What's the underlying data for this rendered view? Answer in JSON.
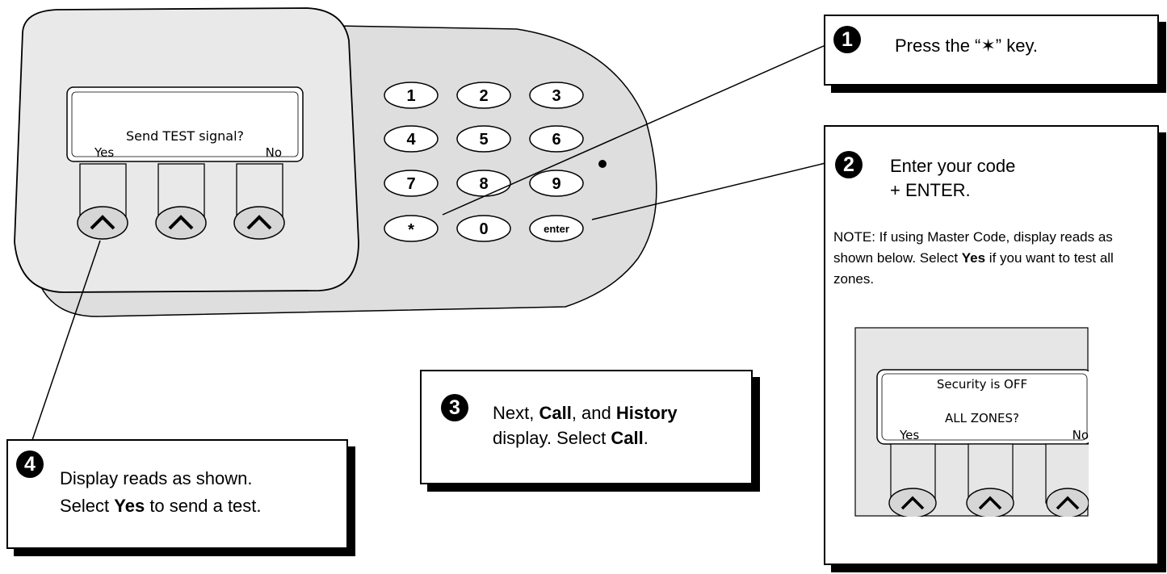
{
  "keypad": {
    "display_line1": "Send TEST signal?",
    "soft_left": "Yes",
    "soft_right": "No",
    "keys": [
      "1",
      "2",
      "3",
      "4",
      "5",
      "6",
      "7",
      "8",
      "9",
      "*",
      "0",
      "enter"
    ]
  },
  "step1": {
    "number": "1",
    "text": "Press the “✶” key."
  },
  "step2": {
    "number": "2",
    "line1": "Enter your code",
    "line2": "+ ENTER.",
    "note_pre": "NOTE: If using Master Code, display reads as shown below. Select ",
    "note_bold": "Yes",
    "note_post": " if you want to test all zones.",
    "display_line1": "Security is OFF",
    "display_line2": "ALL ZONES?",
    "soft_left": "Yes",
    "soft_right": "No"
  },
  "step3": {
    "number": "3",
    "t1": "Next, ",
    "t2": "Call",
    "t3": ", and ",
    "t4": "History",
    "t5": "display. Select ",
    "t6": "Call",
    "t7": "."
  },
  "step4": {
    "number": "4",
    "line1": "Display reads as shown.",
    "line2_pre": "Select ",
    "line2_bold": "Yes",
    "line2_post": " to send a test."
  },
  "colors": {
    "panel": "#e4e4e4",
    "panel_dark": "#d6d6d6",
    "ink": "#000000",
    "shadow": "#000000"
  }
}
